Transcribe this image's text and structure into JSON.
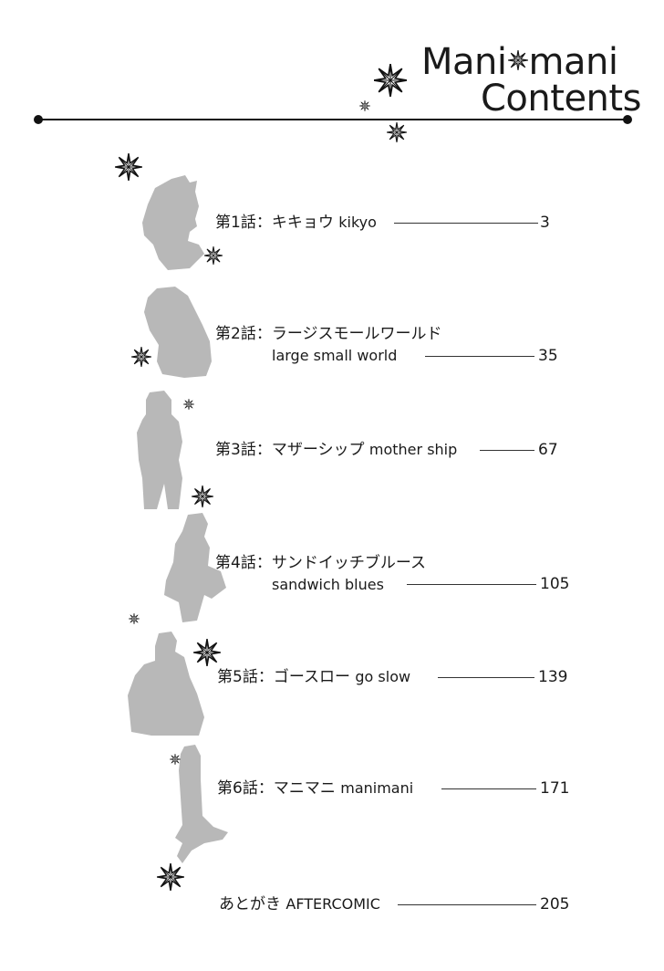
{
  "header": {
    "title_part1": "Mani",
    "title_part2": "mani",
    "subtitle": "Contents",
    "title_separator_icon": "eight-point-star"
  },
  "entries": [
    {
      "jp": "第1話：キキョウ",
      "en": "kikyo",
      "page": "3",
      "silhouette": "profile-head"
    },
    {
      "jp": "第2話：ラージスモールワールド",
      "en": "large  small  world",
      "page": "35",
      "silhouette": "crouching-figure"
    },
    {
      "jp": "第3話：マザーシップ",
      "en": "mother ship",
      "page": "67",
      "silhouette": "standing-figure"
    },
    {
      "jp": "第4話：サンドイッチブルース",
      "en": "sandwich blues",
      "page": "105",
      "silhouette": "figure-with-bag"
    },
    {
      "jp": "第5話：ゴースロー",
      "en": "go slow",
      "page": "139",
      "silhouette": "seated-couple"
    },
    {
      "jp": "第6話：マニマニ",
      "en": "manimani",
      "page": "171",
      "silhouette": "jumping-figure"
    },
    {
      "jp": "あとがき",
      "en": "AFTERCOMIC",
      "page": "205",
      "silhouette": ""
    }
  ],
  "colors": {
    "ink": "#111111",
    "silhouette": "#b8b8b8",
    "background": "#ffffff"
  }
}
